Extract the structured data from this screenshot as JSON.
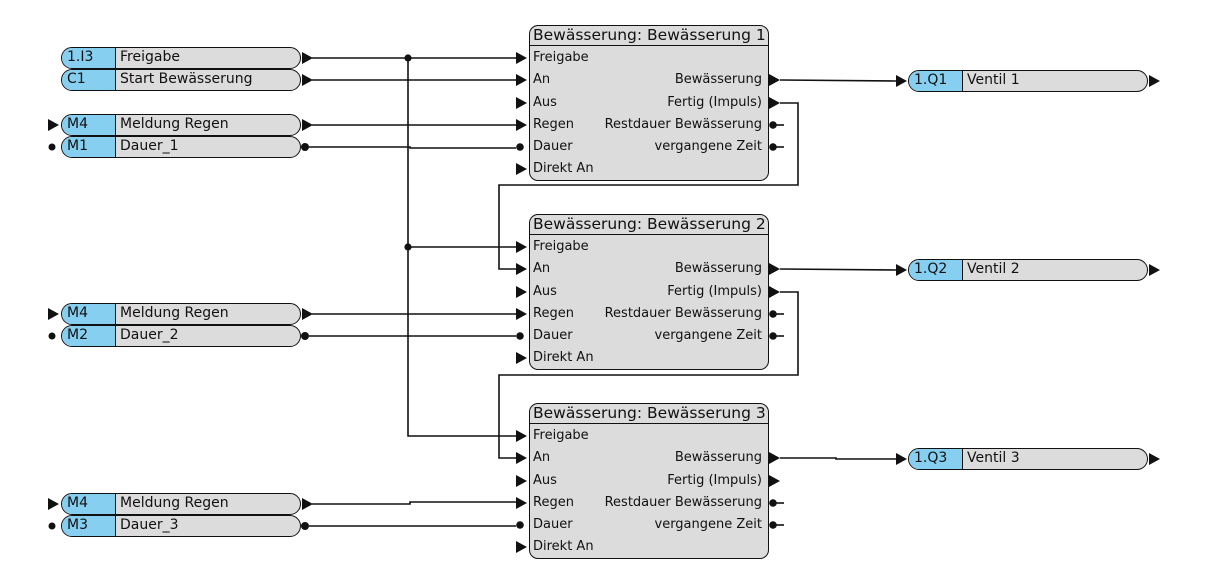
{
  "blocks": [
    {
      "title": "Bewässerung: Bewässerung 1",
      "inputs": [
        "Freigabe",
        "An",
        "Aus",
        "Regen",
        "Dauer",
        "Direkt An"
      ],
      "outputs": [
        "Bewässerung",
        "Fertig (Impuls)",
        "Restdauer Bewässerung",
        "vergangene Zeit"
      ]
    },
    {
      "title": "Bewässerung: Bewässerung 2",
      "inputs": [
        "Freigabe",
        "An",
        "Aus",
        "Regen",
        "Dauer",
        "Direkt An"
      ],
      "outputs": [
        "Bewässerung",
        "Fertig (Impuls)",
        "Restdauer Bewässerung",
        "vergangene Zeit"
      ]
    },
    {
      "title": "Bewässerung: Bewässerung 3",
      "inputs": [
        "Freigabe",
        "An",
        "Aus",
        "Regen",
        "Dauer",
        "Direkt An"
      ],
      "outputs": [
        "Bewässerung",
        "Fertig (Impuls)",
        "Restdauer Bewässerung",
        "vergangene Zeit"
      ]
    }
  ],
  "input_signals": [
    {
      "addr": "1.I3",
      "name": "Freigabe"
    },
    {
      "addr": "C1",
      "name": "Start Bewässerung"
    },
    {
      "addr": "M4",
      "name": "Meldung Regen"
    },
    {
      "addr": "M1",
      "name": "Dauer_1"
    },
    {
      "addr": "M4",
      "name": "Meldung Regen"
    },
    {
      "addr": "M2",
      "name": "Dauer_2"
    },
    {
      "addr": "M4",
      "name": "Meldung Regen"
    },
    {
      "addr": "M3",
      "name": "Dauer_3"
    }
  ],
  "output_signals": [
    {
      "addr": "1.Q1",
      "name": "Ventil 1"
    },
    {
      "addr": "1.Q2",
      "name": "Ventil 2"
    },
    {
      "addr": "1.Q3",
      "name": "Ventil 3"
    }
  ],
  "colors": {
    "address_fill": "#86cff0",
    "block_fill": "#dcdcdc",
    "wire": "#111111"
  }
}
